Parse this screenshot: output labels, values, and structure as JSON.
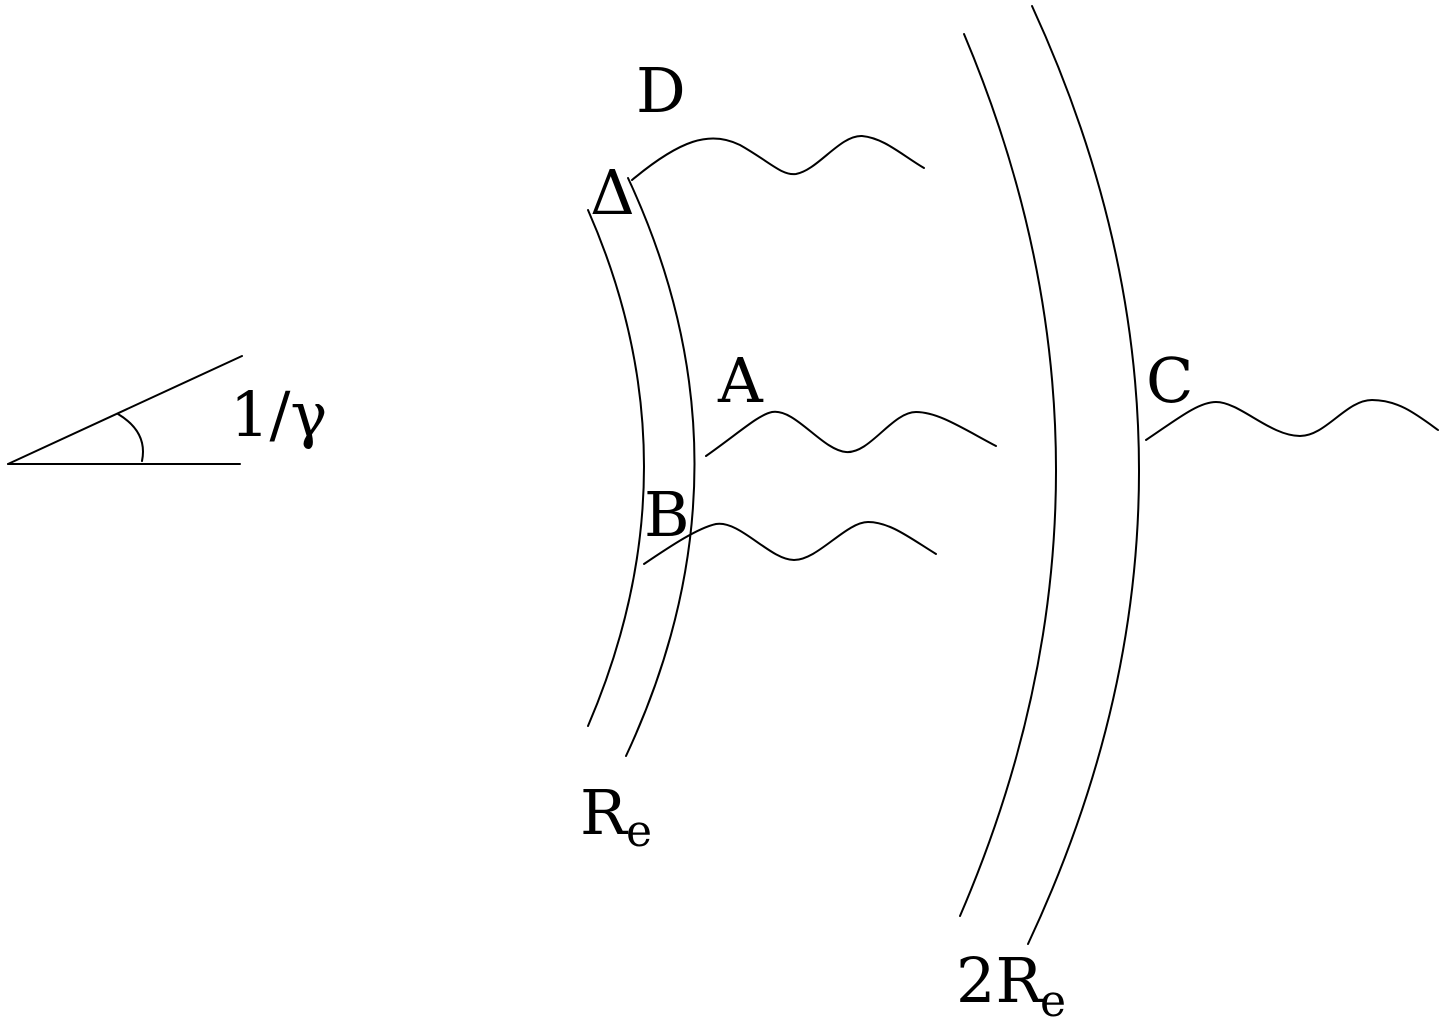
{
  "labels": {
    "angle": "1/γ",
    "d": "D",
    "delta": "Δ",
    "a": "A",
    "b": "B",
    "c": "C",
    "re_main": "R",
    "re_sub": "e",
    "two_re_main": "2R",
    "two_re_sub": "e"
  },
  "colors": {
    "stroke": "#000000",
    "background": "#ffffff"
  }
}
